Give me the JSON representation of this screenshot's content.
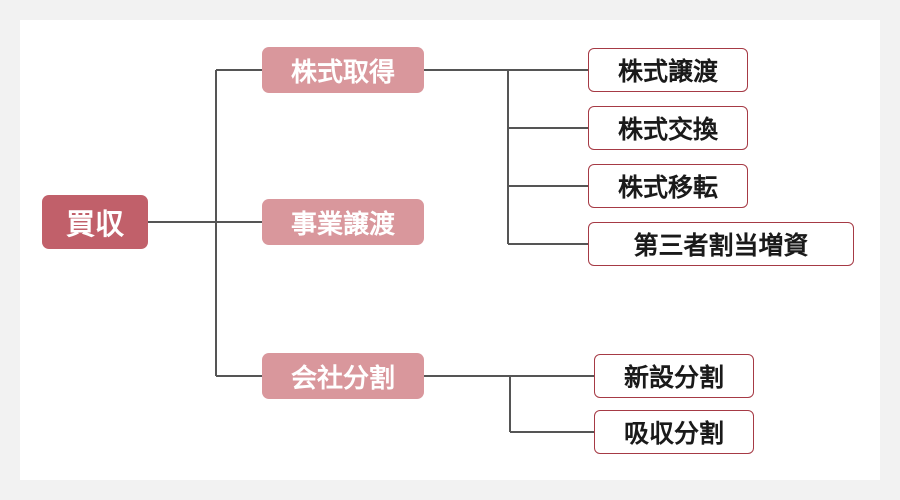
{
  "colors": {
    "background": "#f2f2f2",
    "panel": "#ffffff",
    "root_fill": "#c1606a",
    "branch_fill": "#d9979c",
    "leaf_border": "#a63a45",
    "connector": "#555555"
  },
  "root": {
    "label": "買収"
  },
  "branches": [
    {
      "label": "株式取得",
      "children": [
        {
          "label": "株式譲渡"
        },
        {
          "label": "株式交換"
        },
        {
          "label": "株式移転"
        },
        {
          "label": "第三者割当増資"
        }
      ]
    },
    {
      "label": "事業譲渡",
      "children": []
    },
    {
      "label": "会社分割",
      "children": [
        {
          "label": "新設分割"
        },
        {
          "label": "吸収分割"
        }
      ]
    }
  ]
}
